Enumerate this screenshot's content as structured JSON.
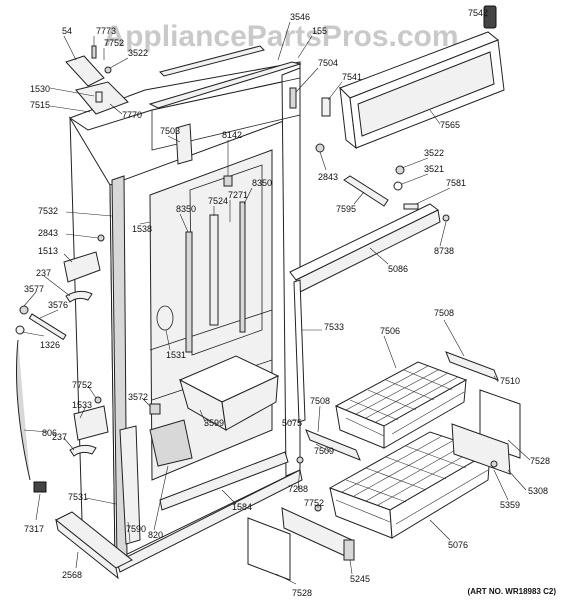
{
  "watermark": "AppliancePartsPros.com",
  "art_number": "(ART NO. WR18983 C2)",
  "part_labels": [
    "54",
    "7773",
    "7752",
    "3522",
    "1530",
    "7770",
    "7515",
    "3546",
    "155",
    "7542",
    "7504",
    "7541",
    "7565",
    "7503",
    "8142",
    "3522",
    "3521",
    "2843",
    "7581",
    "7595",
    "8350",
    "8350",
    "7524",
    "7271",
    "7532",
    "1538",
    "8738",
    "2843",
    "1513",
    "5086",
    "237",
    "3577",
    "3576",
    "7533",
    "1326",
    "1531",
    "7508",
    "7506",
    "7510",
    "7752",
    "3572",
    "1533",
    "7508",
    "3599",
    "5075",
    "806",
    "7528",
    "7509",
    "5308",
    "237",
    "820",
    "7288",
    "5359",
    "7531",
    "7590",
    "1584",
    "7752",
    "7317",
    "5076",
    "2568",
    "5245",
    "7528"
  ]
}
